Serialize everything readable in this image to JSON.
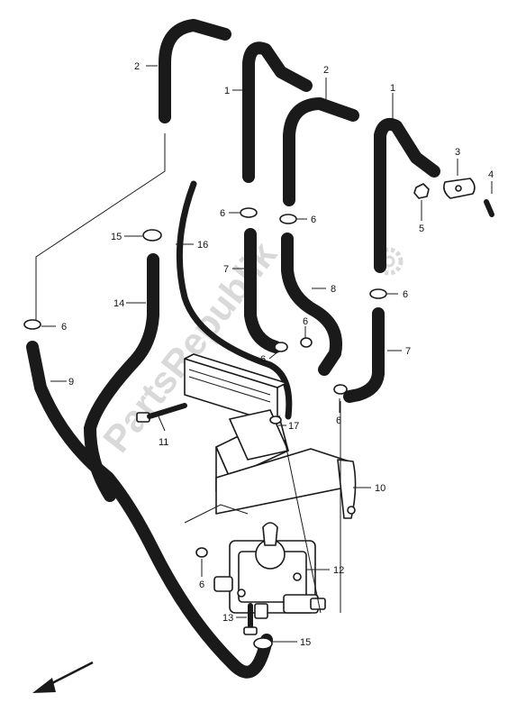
{
  "diagram": {
    "watermark": "PartsRepublik",
    "labels": {
      "p1a": "1",
      "p1b": "1",
      "p2a": "2",
      "p2b": "2",
      "p3": "3",
      "p4": "4",
      "p5": "5",
      "p6a": "6",
      "p6b": "6",
      "p6c": "6",
      "p6d": "6",
      "p6e": "6",
      "p6f": "6",
      "p6g": "6",
      "p6h": "6",
      "p7a": "7",
      "p7b": "7",
      "p8": "8",
      "p9": "9",
      "p10": "10",
      "p11": "11",
      "p12": "12",
      "p13": "13",
      "p14": "14",
      "p15a": "15",
      "p15b": "15",
      "p16": "16",
      "p17": "17"
    }
  }
}
